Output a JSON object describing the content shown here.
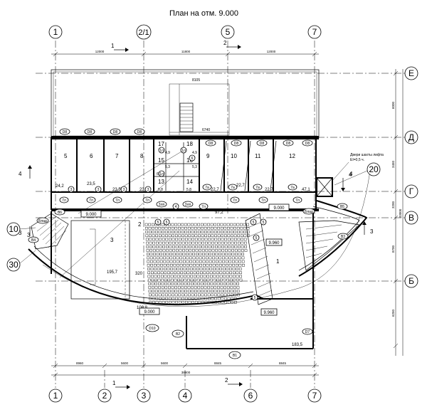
{
  "title": "План на отм. 9.000",
  "axes_top": [
    {
      "id": "ax-1-top",
      "label": "1"
    },
    {
      "id": "ax-2-1-top",
      "label": "2/1"
    },
    {
      "id": "ax-5-top",
      "label": "5"
    },
    {
      "id": "ax-7-top",
      "label": "7"
    }
  ],
  "axes_bottom": [
    {
      "id": "ax-1-bot",
      "label": "1"
    },
    {
      "id": "ax-2-bot",
      "label": "2"
    },
    {
      "id": "ax-3-bot",
      "label": "3"
    },
    {
      "id": "ax-4-bot",
      "label": "4"
    },
    {
      "id": "ax-6-bot",
      "label": "6"
    },
    {
      "id": "ax-7-bot",
      "label": "7"
    }
  ],
  "axes_right": [
    {
      "id": "ax-E",
      "label": "Е"
    },
    {
      "id": "ax-D",
      "label": "Д"
    },
    {
      "id": "ax-G",
      "label": "Г"
    },
    {
      "id": "ax-V",
      "label": "В"
    },
    {
      "id": "ax-B",
      "label": "Б"
    }
  ],
  "dims_top": [
    "12000",
    "11800",
    "12000"
  ],
  "dims_bottom": [
    "8960",
    "5600",
    "5600",
    "8845",
    "8845"
  ],
  "dim_total": "38800",
  "dims_right": [
    "6000",
    "3450",
    "3200",
    "8700",
    "6250"
  ],
  "dim_right_total": "33000",
  "section_marks": {
    "s1a": "1",
    "s1b": "1",
    "s2a": "2",
    "s2b": "2",
    "s3a": "3",
    "s3b": "3",
    "s4a": "4",
    "s4b": "4"
  },
  "rooms": {
    "r1": "1",
    "r2": "2",
    "r3": "3",
    "r5": "5",
    "r6": "6",
    "r7": "7",
    "r8": "8",
    "r9": "9",
    "r10": "10",
    "r11": "11",
    "r12": "12",
    "r13": "13",
    "r14": "14",
    "r15": "15",
    "r16": "16",
    "r17": "17",
    "r18": "18"
  },
  "areas": {
    "a5": "24,2",
    "a6": "23,5",
    "a7": "23,5",
    "a8": "23,5",
    "a9": "22,7",
    "a10": "22,7",
    "a11": "22,7",
    "a12": "47,1",
    "a_corr": "97,2",
    "a_hall": "195,7",
    "a_stage": "106,8",
    "a_320": "320",
    "a_1835": "183,5",
    "a_4_9a": "4,9",
    "a_4_9b": "4,9",
    "a_5_3a": "5,3",
    "a_5_3b": "5,3",
    "a_5_8a": "5,8",
    "a_5_8b": "5,8",
    "a_6_8": "6,8"
  },
  "levels": {
    "l1": "9.000",
    "l2": "9.000",
    "l3": "9.000",
    "l4": "9.960",
    "l5": "9.960"
  },
  "tags": {
    "D8": "D8",
    "D10": "D10",
    "D7": "D7",
    "B1": "B1",
    "B2": "B2",
    "B3": "B3",
    "B4": "B4",
    "B5": "B5",
    "B6": "B6",
    "b7": "7л",
    "b7a": "7а",
    "b3": "3",
    "b1l": "1л",
    "b6": "6",
    "b5": "5",
    "b2": "2",
    "b4": "4",
    "b3lp": "3лп",
    "bpad1": "Бпад",
    "bpad2": "Бпад"
  },
  "nodes": {
    "n10": "10",
    "n20": "20",
    "n30": "30"
  },
  "node_marks": {
    "m3": "3",
    "m4": "4"
  },
  "note": "Двери шахты лифта",
  "note2": "EI=0,5 ч."
}
